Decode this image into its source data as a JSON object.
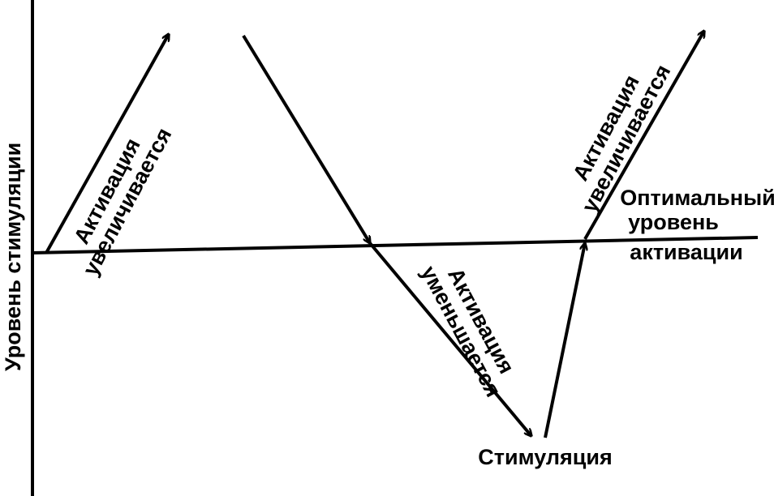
{
  "diagram": {
    "y_axis_label": "Уровень стимуляции",
    "optimal_level_label": [
      "Оптимальный",
      "уровень",
      "активации"
    ],
    "activation_increases_label": [
      "Активация",
      "увеличивается"
    ],
    "activation_decreases_label": [
      "Активация",
      "уменьшается"
    ],
    "stimulation_label": "Стимуляция"
  }
}
